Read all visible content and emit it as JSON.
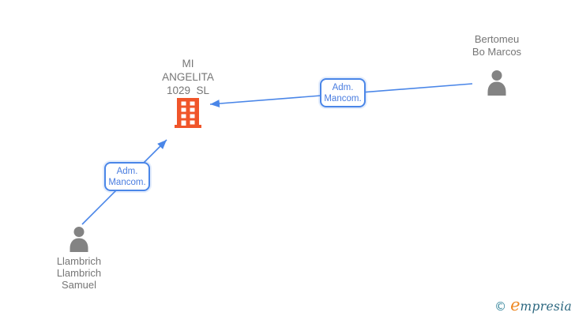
{
  "company": {
    "name": "MI ANGELITA 1029 SL",
    "name_lines": [
      "MI",
      "ANGELITA",
      "1029  SL"
    ],
    "icon": "building-icon"
  },
  "persons": [
    {
      "name": "Bertomeu Bo Marcos",
      "name_lines": [
        "Bertomeu",
        "Bo Marcos"
      ],
      "icon": "person-icon"
    },
    {
      "name": "Llambrich Llambrich Samuel",
      "name_lines": [
        "Llambrich",
        "Llambrich",
        "Samuel"
      ],
      "icon": "person-icon"
    }
  ],
  "relations": [
    {
      "from": "Bertomeu Bo Marcos",
      "to": "MI ANGELITA 1029 SL",
      "label_lines": [
        "Adm.",
        "Mancom."
      ]
    },
    {
      "from": "Llambrich Llambrich Samuel",
      "to": "MI ANGELITA 1029 SL",
      "label_lines": [
        "Adm.",
        "Mancom."
      ]
    }
  ],
  "logo": {
    "copyright_symbol": "©",
    "wordmark_first_letter": "e",
    "wordmark_rest": "mpresia"
  },
  "colors": {
    "background": "#ffffff",
    "edge": "#4a86e8",
    "label_border": "#4a86e8",
    "label_text": "#4a7de0",
    "building": "#f0552a",
    "person": "#838383",
    "name_text": "#767676",
    "logo_copyright": "#2e8098",
    "logo_e": "#ee8822",
    "logo_word": "#2d6880"
  }
}
